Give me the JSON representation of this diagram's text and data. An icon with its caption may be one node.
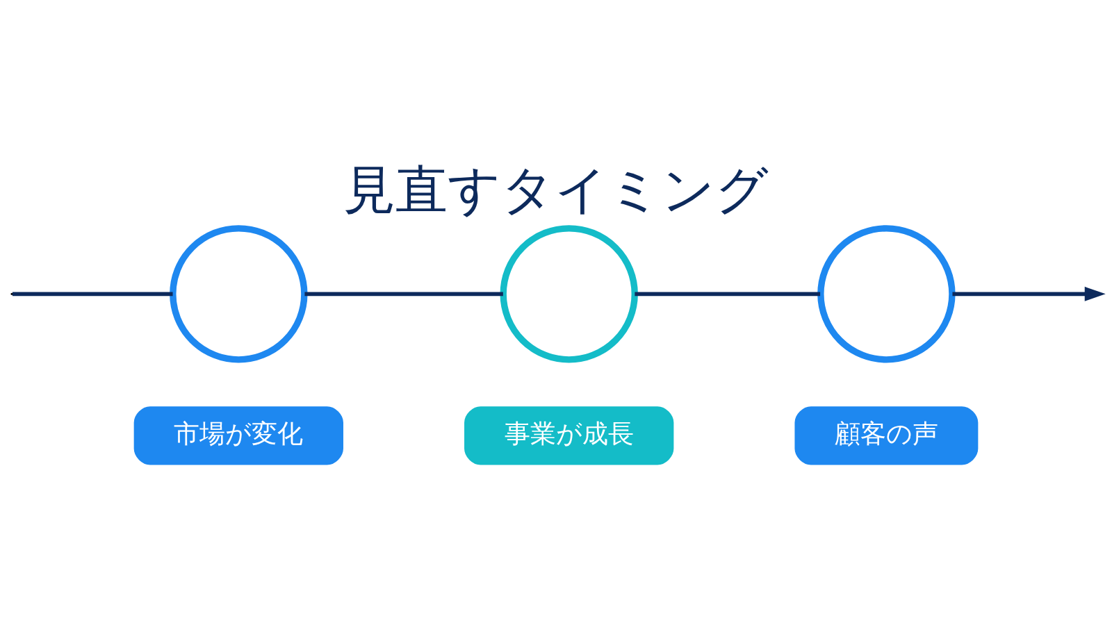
{
  "diagram": {
    "title": "見直すタイミング",
    "nodes": [
      {
        "text": [],
        "shape": "circle"
      },
      {
        "text": [],
        "shape": "circle"
      },
      {
        "text": [],
        "shape": "circle"
      },
      {
        "text": [
          "市場が変化"
        ]
      },
      {
        "text": [
          "事業が成長"
        ]
      },
      {
        "text": [
          "顧客の声"
        ]
      }
    ],
    "edges": [
      {
        "from": null,
        "to": 0,
        "arrow": "none"
      },
      {
        "from": 0,
        "to": 1,
        "arrow": "none"
      },
      {
        "from": 1,
        "to": 2,
        "arrow": "none"
      },
      {
        "from": 2,
        "to": null,
        "arrow": "to"
      }
    ]
  }
}
